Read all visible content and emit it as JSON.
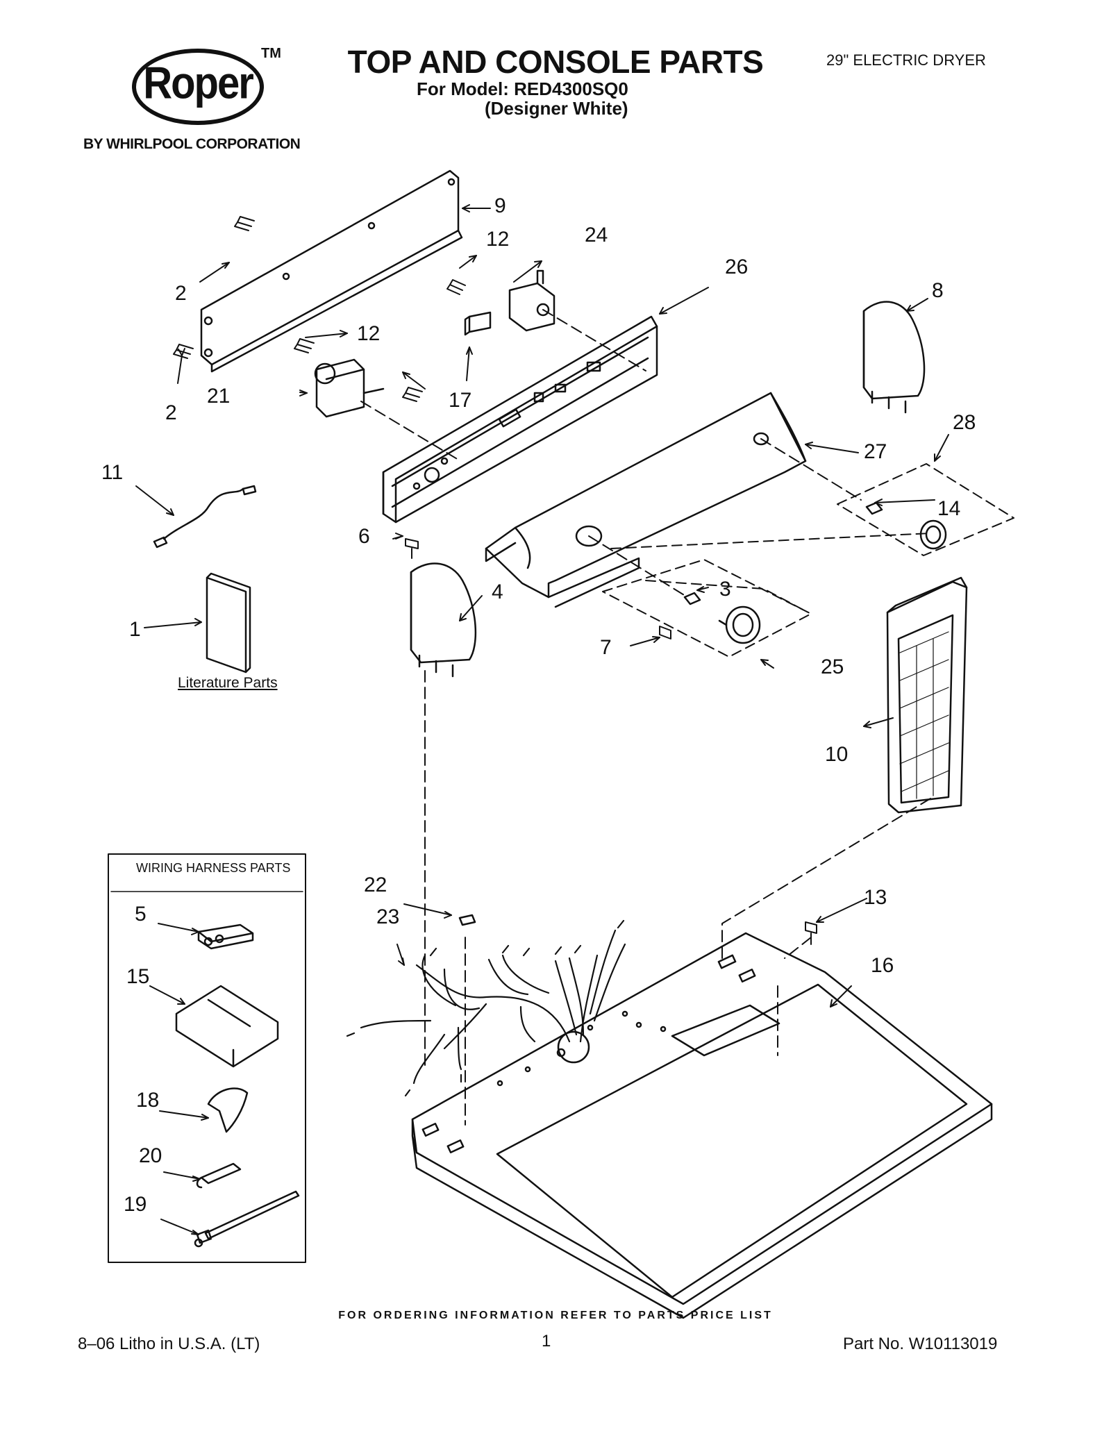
{
  "brand": {
    "logo_text": "Roper",
    "trademark": "TM",
    "byline": "BY WHIRLPOOL CORPORATION"
  },
  "header": {
    "title": "TOP AND CONSOLE PARTS",
    "model_line": "For Model: RED4300SQ0",
    "color_line": "(Designer White)",
    "product": "29\" ELECTRIC DRYER"
  },
  "diagram": {
    "callouts": [
      "1",
      "2",
      "2",
      "3",
      "4",
      "5",
      "6",
      "7",
      "8",
      "9",
      "10",
      "11",
      "12",
      "12",
      "13",
      "14",
      "15",
      "16",
      "17",
      "18",
      "19",
      "20",
      "21",
      "22",
      "23",
      "24",
      "25",
      "26",
      "27",
      "28"
    ],
    "literature_label": "Literature Parts",
    "wiring_box_title": "WIRING HARNESS PARTS"
  },
  "footer": {
    "ordering_note": "FOR ORDERING INFORMATION REFER TO PARTS PRICE LIST",
    "litho": "8–06 Litho in U.S.A. (LT)",
    "page_number": "1",
    "part_number": "Part No. W10113019"
  },
  "colors": {
    "ink": "#111111",
    "paper": "#ffffff"
  }
}
